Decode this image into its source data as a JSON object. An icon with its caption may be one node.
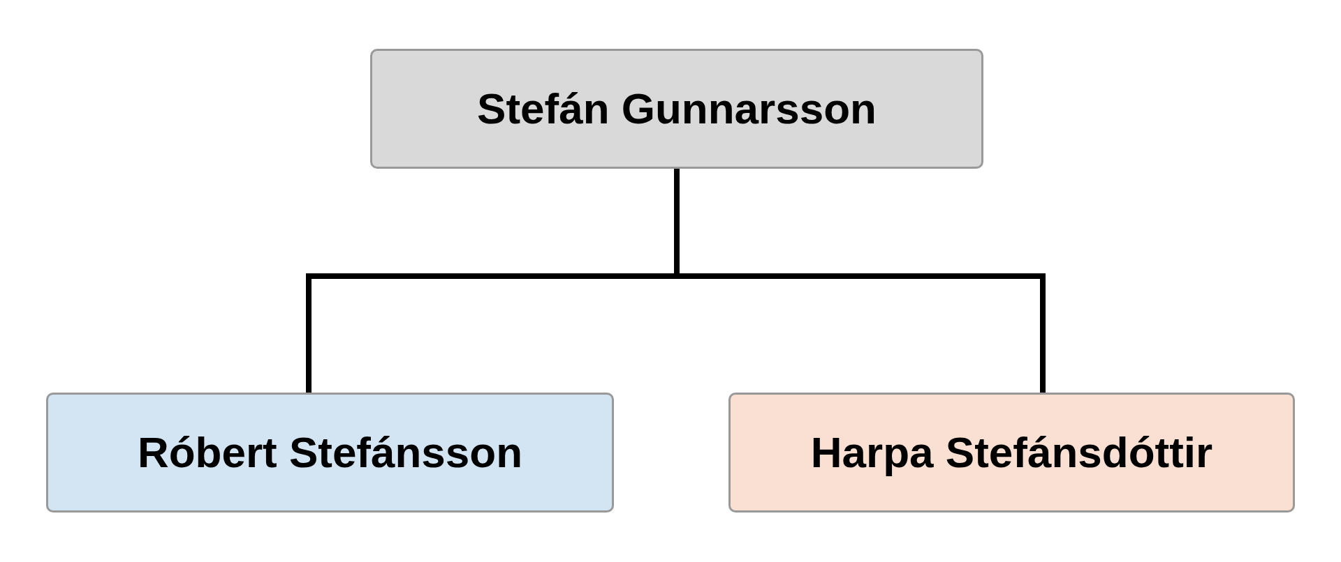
{
  "diagram": {
    "nodes": [
      {
        "text": [
          "Stefán Gunnarsson"
        ]
      },
      {
        "text": [
          "Róbert Stefánsson"
        ]
      },
      {
        "text": [
          "Harpa Stefánsdóttir"
        ]
      }
    ],
    "edges": [
      {
        "from": 0,
        "to": 1,
        "arrow": "none"
      },
      {
        "from": 0,
        "to": 2,
        "arrow": "none"
      }
    ]
  }
}
